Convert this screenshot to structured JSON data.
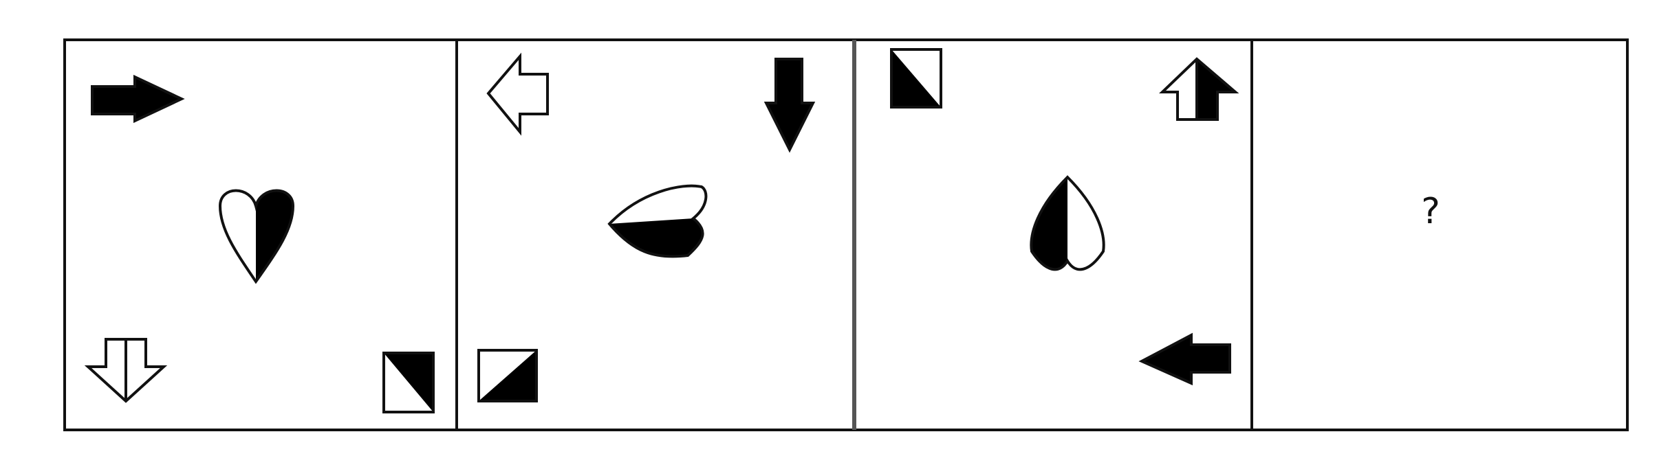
{
  "puzzle": {
    "question_mark": "?"
  },
  "panels": [
    {
      "shapes": [
        {
          "kind": "arrow-right-icon",
          "fill": "split"
        },
        {
          "kind": "heart-icon",
          "fill": "split"
        },
        {
          "kind": "arrow-down-icon",
          "fill": "split"
        },
        {
          "kind": "right-triangle-icon",
          "fill": "split"
        }
      ]
    },
    {
      "shapes": [
        {
          "kind": "arrow-left-icon",
          "fill": "outline"
        },
        {
          "kind": "arrow-down-icon",
          "fill": "split"
        },
        {
          "kind": "lens-icon",
          "fill": "split"
        },
        {
          "kind": "right-triangle-icon",
          "fill": "split"
        }
      ]
    },
    {
      "shapes": [
        {
          "kind": "right-triangle-icon",
          "fill": "split"
        },
        {
          "kind": "arrow-up-icon",
          "fill": "split"
        },
        {
          "kind": "heart-icon",
          "fill": "split"
        },
        {
          "kind": "arrow-left-icon",
          "fill": "split"
        }
      ]
    },
    {
      "shapes": []
    }
  ],
  "colors": {
    "stroke": "#111111",
    "fill": "#000000",
    "background": "#ffffff"
  }
}
